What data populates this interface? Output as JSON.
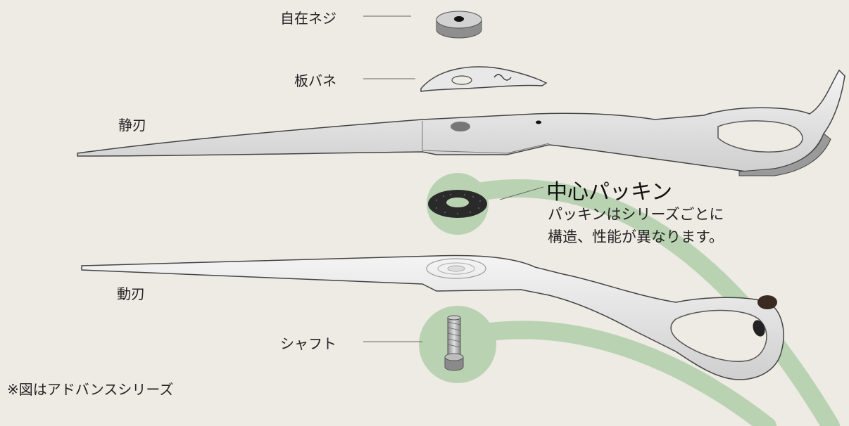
{
  "labels": {
    "adjust_screw": "自在ネジ",
    "leaf_spring": "板バネ",
    "fixed_blade": "静刃",
    "center_packing": "中心パッキン",
    "packing_note_line1": "パッキンはシリーズごとに",
    "packing_note_line2": "構造、性能が異なります。",
    "moving_blade": "動刃",
    "shaft": "シャフト",
    "footnote": "※図はアドバンスシリーズ"
  },
  "colors": {
    "background": "#eeeae4",
    "highlight_green": "#b9d3b2",
    "metal_light": "#e4e4e4",
    "metal_mid": "#b8b8b8",
    "metal_dark": "#8c8c8c",
    "outline": "#444444"
  }
}
